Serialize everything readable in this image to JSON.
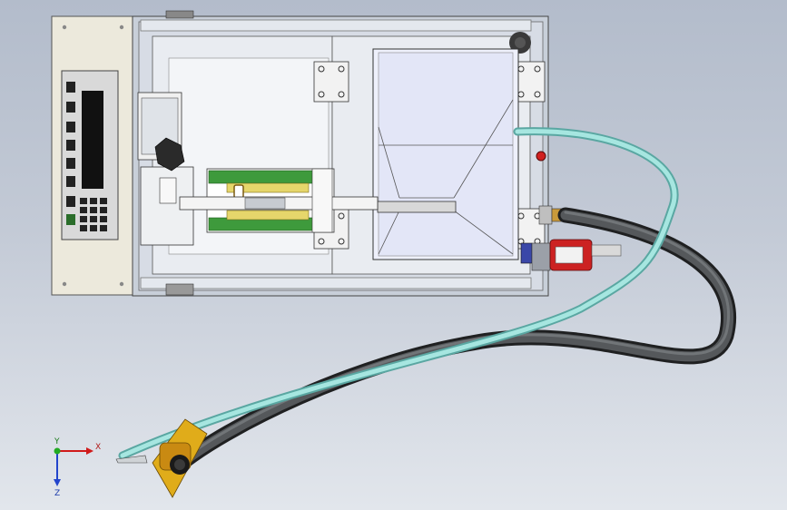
{
  "viewport": {
    "background_top": "#b3bccb",
    "background_bottom": "#e2e6ec"
  },
  "control_panel": {
    "keypad_keys": 12,
    "side_buttons": 8
  },
  "triad": {
    "x_label": "X",
    "y_label": "Y",
    "z_label": "Z"
  },
  "colors": {
    "frame": "#c8cfd9",
    "panel": "#ece9dc",
    "display": "#111111",
    "hose_dark": "#3d3f41",
    "hose_light": "#8fd6d0",
    "fitting_yellow": "#e0ac1a",
    "fitting_red": "#cc2222",
    "indicator_red": "#d0201f",
    "circuit_green": "#3e9a3c"
  }
}
